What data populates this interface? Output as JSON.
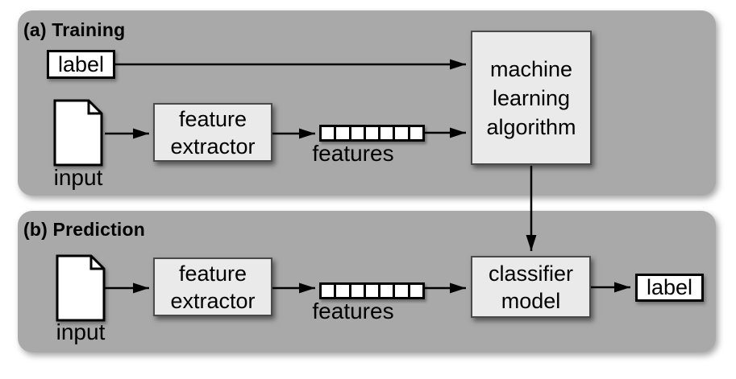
{
  "panels": {
    "training": {
      "header": "(a) Training",
      "label_box": "label",
      "input_caption": "input",
      "feature_extractor_box": "feature extractor",
      "features_caption": "features",
      "ml_algorithm_box": "machine learning algorithm",
      "feature_cell_count": 7
    },
    "prediction": {
      "header": "(b) Prediction",
      "input_caption": "input",
      "feature_extractor_box": "feature extractor",
      "features_caption": "features",
      "classifier_box": "classifier model",
      "label_box": "label",
      "feature_cell_count": 7
    }
  },
  "colors": {
    "panel_bg": "#a9a9a9",
    "process_box_fill": "#eaeaea",
    "process_box_border": "#4a4a4a",
    "io_box_fill": "#ffffff",
    "line": "#000000",
    "page_bg": "#ffffff"
  }
}
